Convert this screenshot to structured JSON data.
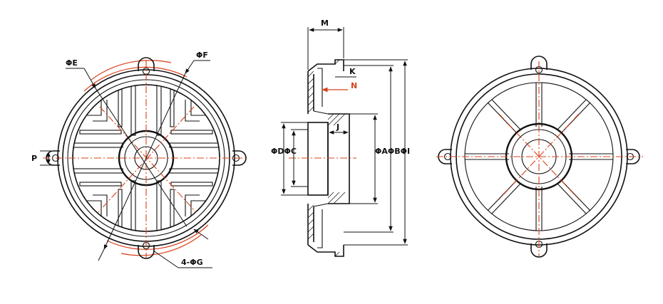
{
  "labels": {
    "phi_e": "ΦE",
    "phi_f": "ΦF",
    "p": "P",
    "four_phi_g": "4-ΦG",
    "m": "M",
    "k": "K",
    "n": "N",
    "j": "J",
    "phi_d_phi_c": "ΦDΦC",
    "phi_a_phi_b_phi_i": "ΦAΦBΦI"
  },
  "colors": {
    "line": "#111111",
    "centerline": "#d8401a"
  }
}
